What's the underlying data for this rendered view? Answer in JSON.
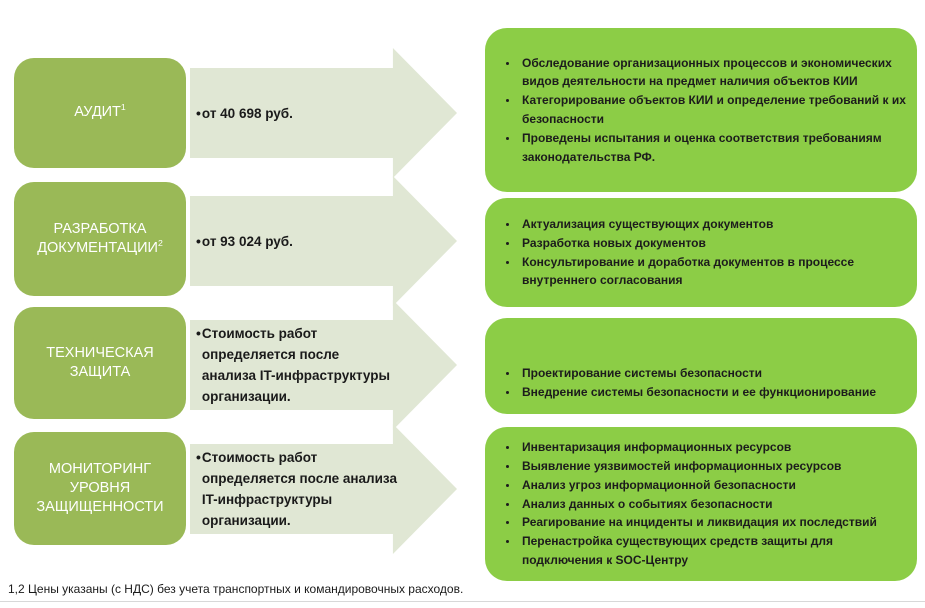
{
  "colors": {
    "left_box_green": "#9ab957",
    "right_box_green": "#8ccd46",
    "arrow_fill": "#e0e7d4"
  },
  "footnote": "1,2 Цены указаны (с НДС) без учета транспортных и командировочных расходов.",
  "rows": [
    {
      "title": "АУДИТ",
      "title_sup": "1",
      "price": "от 40 698 руб.",
      "bullets": [
        "Обследование организационных процессов и экономических видов деятельности на предмет наличия объектов КИИ",
        "Категорирование объектов КИИ и определение требований к их безопасности",
        "Проведены испытания и оценка соответствия требованиям законодательства РФ."
      ]
    },
    {
      "title": "РАЗРАБОТКА ДОКУМЕНТАЦИИ",
      "title_sup": "2",
      "price": "от 93 024 руб.",
      "bullets": [
        "Актуализация существующих документов",
        "Разработка новых документов",
        "Консультирование и доработка документов в процессе внутреннего согласования"
      ]
    },
    {
      "title": "ТЕХНИЧЕСКАЯ ЗАЩИТА",
      "title_sup": "",
      "price": "Стоимость работ\nопределяется после\nанализа IT-инфраструктуры\nорганизации.",
      "bullets": [
        "Проектирование системы безопасности",
        "Внедрение системы безопасности и ее функционирование"
      ]
    },
    {
      "title": "МОНИТОРИНГ УРОВНЯ ЗАЩИЩЕННОСТИ",
      "title_sup": "",
      "price": "Стоимость работ\nопределяется после анализа\nIT-инфраструктуры\nорганизации.",
      "bullets": [
        "Инвентаризация информационных ресурсов",
        "Выявление уязвимостей информационных ресурсов",
        "Анализ угроз информационной безопасности",
        "Анализ данных о событиях безопасности",
        "Реагирование на инциденты и ликвидация их последствий",
        "Перенастройка существующих средств защиты для подключения к SOC-Центру"
      ]
    }
  ]
}
